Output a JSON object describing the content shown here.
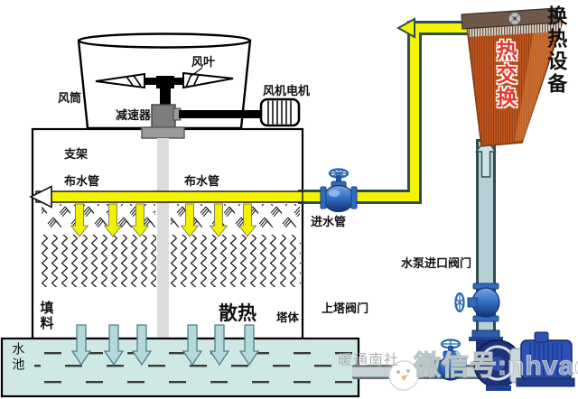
{
  "tower": {
    "fan_blade_label": "风叶",
    "fan_duct_label": "风筒",
    "reducer_label": "减速器",
    "fan_motor_label": "风机电机",
    "support_label": "支架",
    "spray_pipe_left_label": "布水管",
    "spray_pipe_right_label": "布水管",
    "fill_label": "填料",
    "heat_dissipation_label": "散热",
    "tower_body_label": "塔体",
    "pool_label": "水池"
  },
  "piping": {
    "inlet_pipe_label": "进水管",
    "pump_inlet_valve_label": "水泵进口阀门",
    "tower_feed_valve_label": "上塔阀门"
  },
  "exchanger": {
    "label_vertical": "热交换",
    "equipment_label": "换热设备"
  },
  "watermark": {
    "brand": "暖通南社",
    "wechat": "微信号:nhvaca"
  },
  "colors": {
    "hot_pipe": "#f4f400",
    "pipe_outline": "#2e4d4d",
    "cold_pipe": "#b7cfd6",
    "pool_water": "#cfe8e6",
    "exchanger_body": "#c2561e",
    "valve_blue": "#2f6cc0",
    "heat_label_red": "#e8372c"
  }
}
